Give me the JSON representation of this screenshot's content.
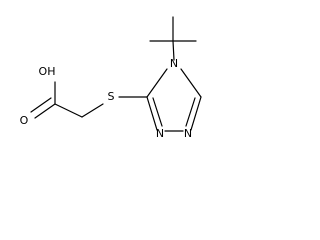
{
  "molecule": {
    "labels": {
      "hydroxyl": "OH",
      "carbonyl_oxygen": "O",
      "sulfur": "S",
      "ring_n4": "N",
      "ring_n1": "N",
      "ring_n2": "N"
    }
  }
}
